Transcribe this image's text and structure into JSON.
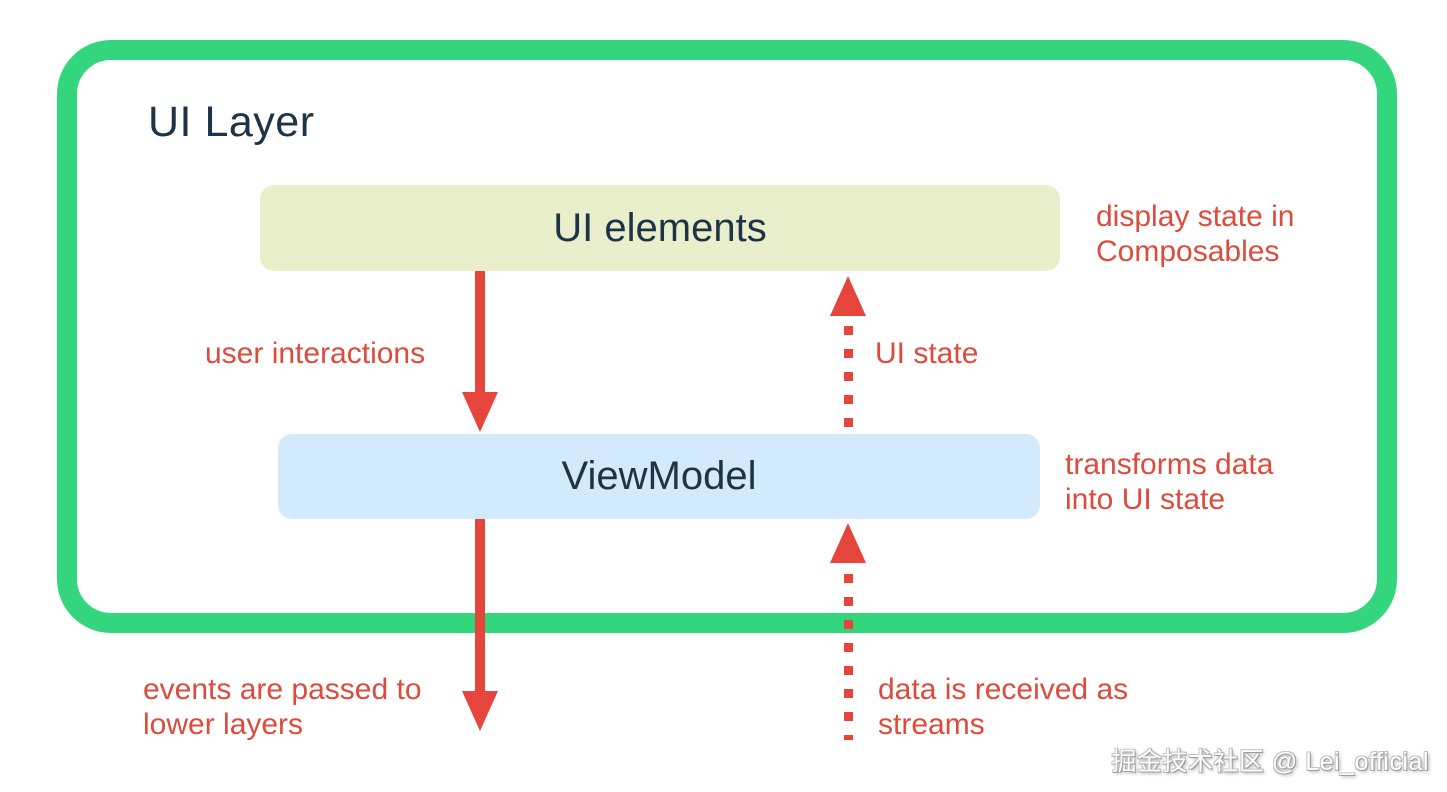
{
  "diagram": {
    "title": "UI Layer",
    "boxes": {
      "ui_elements": {
        "label": "UI elements"
      },
      "viewmodel": {
        "label": "ViewModel"
      }
    },
    "flow_labels": {
      "user_interactions": "user interactions",
      "ui_state": "UI state",
      "events_passed": "events are passed to\nlower layers",
      "data_received": "data is received as\nstreams"
    },
    "annotations": {
      "display_state": "display state in\nComposables",
      "transforms_data": "transforms data\ninto UI state"
    },
    "arrows": [
      {
        "id": "user-interactions-arrow",
        "style": "solid",
        "direction": "down",
        "from": "ui_elements",
        "to": "viewmodel"
      },
      {
        "id": "ui-state-arrow",
        "style": "dotted",
        "direction": "up",
        "from": "viewmodel",
        "to": "ui_elements"
      },
      {
        "id": "events-arrow",
        "style": "solid",
        "direction": "down",
        "from": "viewmodel",
        "to": "lower layers (outside frame)"
      },
      {
        "id": "data-streams-arrow",
        "style": "dotted",
        "direction": "up",
        "from": "streams (outside frame)",
        "to": "viewmodel"
      }
    ],
    "colors": {
      "frame_green": "#34d67d",
      "box_ui_elements_bg": "#e9efca",
      "box_viewmodel_bg": "#d2eafb",
      "heading_navy": "#1d3348",
      "accent_red": "#e6453c"
    }
  },
  "watermark": "掘金技术社区 @ Lei_official"
}
